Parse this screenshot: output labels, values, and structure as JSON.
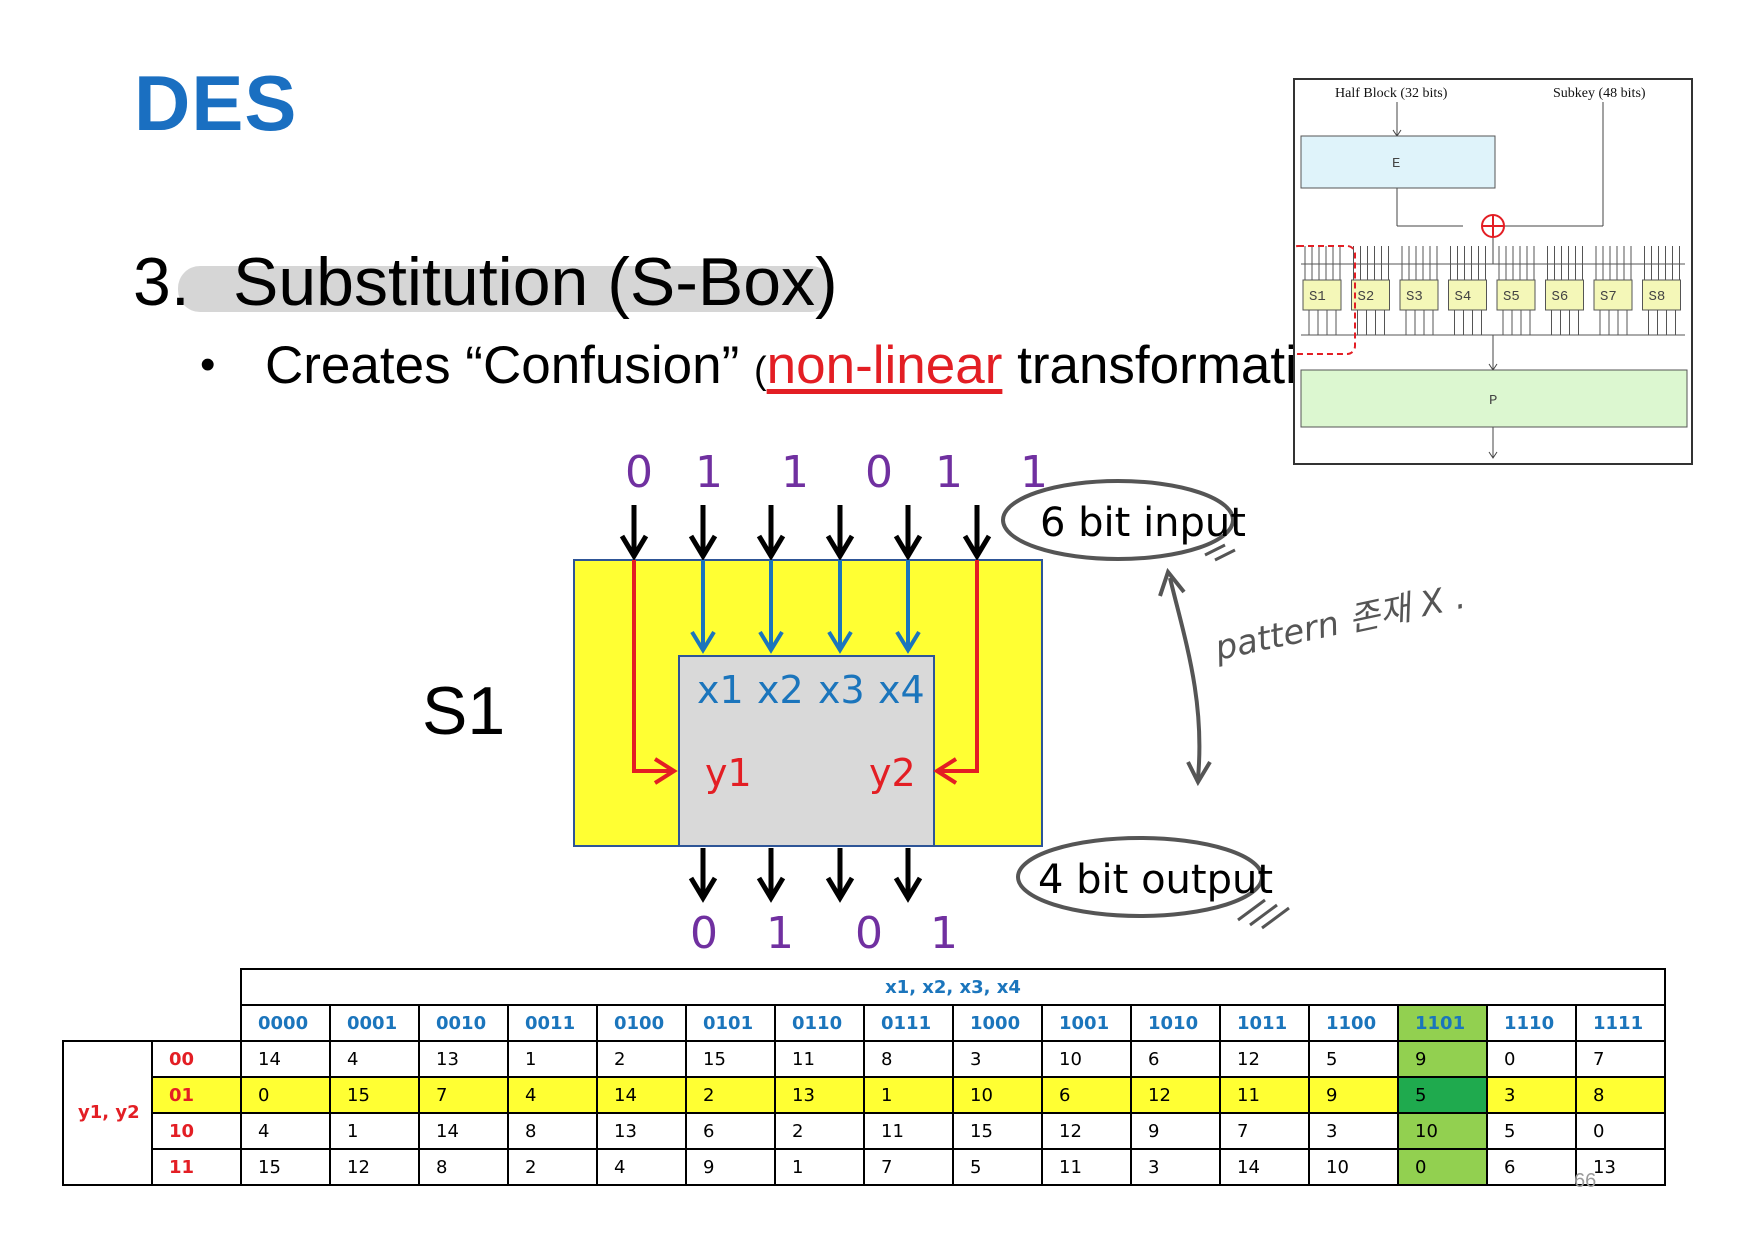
{
  "title": "DES",
  "heading": {
    "number": "3.",
    "text": "Substitution (S-Box)"
  },
  "bullet": {
    "marker": "•",
    "main": "Creates “Confusion”",
    "paren_open": "(",
    "highlight": "non-linear",
    "rest": " transformation"
  },
  "sbox_label": "S1",
  "diagram": {
    "input_bits": [
      "0",
      "1",
      "1",
      "0",
      "1",
      "1"
    ],
    "output_bits": [
      "0",
      "1",
      "0",
      "1"
    ],
    "x_labels": [
      "x1",
      "x2",
      "x3",
      "x4"
    ],
    "y_labels": [
      "y1",
      "y2"
    ],
    "input_note": "6 bit input",
    "output_note": "4 bit output",
    "handwritten_note": "pattern 존재 X ."
  },
  "feistel_figure": {
    "half_block": "Half Block (32 bits)",
    "subkey": "Subkey (48 bits)",
    "expansion": "E",
    "sboxes": [
      "S1",
      "S2",
      "S3",
      "S4",
      "S5",
      "S6",
      "S7",
      "S8"
    ],
    "permutation": "P"
  },
  "table": {
    "column_header": "x1, x2, x3, x4",
    "row_header": "y1, y2",
    "columns": [
      "0000",
      "0001",
      "0010",
      "0011",
      "0100",
      "0101",
      "0110",
      "0111",
      "1000",
      "1001",
      "1010",
      "1011",
      "1100",
      "1101",
      "1110",
      "1111"
    ],
    "rows": [
      {
        "label": "00",
        "values": [
          "14",
          "4",
          "13",
          "1",
          "2",
          "15",
          "11",
          "8",
          "3",
          "10",
          "6",
          "12",
          "5",
          "9",
          "0",
          "7"
        ]
      },
      {
        "label": "01",
        "values": [
          "0",
          "15",
          "7",
          "4",
          "14",
          "2",
          "13",
          "1",
          "10",
          "6",
          "12",
          "11",
          "9",
          "5",
          "3",
          "8"
        ]
      },
      {
        "label": "10",
        "values": [
          "4",
          "1",
          "14",
          "8",
          "13",
          "6",
          "2",
          "11",
          "15",
          "12",
          "9",
          "7",
          "3",
          "10",
          "5",
          "0"
        ]
      },
      {
        "label": "11",
        "values": [
          "15",
          "12",
          "8",
          "2",
          "4",
          "9",
          "1",
          "7",
          "5",
          "11",
          "3",
          "14",
          "10",
          "0",
          "6",
          "13"
        ]
      }
    ],
    "highlight_row": "01",
    "highlight_column": "1101"
  },
  "page_number": "66",
  "colors": {
    "title": "#1a6fc1",
    "input_bits": "#7030a0",
    "x": "#1b75bc",
    "y": "#e31e24",
    "sbox_fill": "#ffff33",
    "highlight_col": "#92d050"
  }
}
